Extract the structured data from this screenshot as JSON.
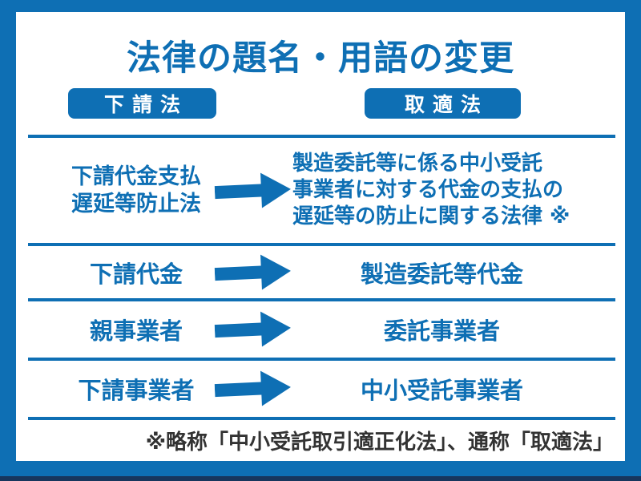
{
  "colors": {
    "primary_blue": "#0e6fb4",
    "bottom_strip_navy": "#17365d",
    "footnote_text": "#333333",
    "panel_background": "#ffffff",
    "badge_text": "#ffffff"
  },
  "title": "法律の題名・用語の変更",
  "headers": {
    "old_law": "下請法",
    "new_law": "取適法"
  },
  "icons": {
    "term_change_arrow": "right-arrow"
  },
  "rows": [
    {
      "old_lines": [
        "下請代金支払",
        "遅延等防止法"
      ],
      "new_lines": [
        "製造委託等に係る中小受託",
        "事業者に対する代金の支払の",
        "遅延等の防止に関する法律 ※"
      ]
    },
    {
      "old": "下請代金",
      "new": "製造委託等代金"
    },
    {
      "old": "親事業者",
      "new": "委託事業者"
    },
    {
      "old": "下請事業者",
      "new": "中小受託事業者"
    }
  ],
  "footnote": "※略称「中小受託取引適正化法」、通称「取適法」"
}
